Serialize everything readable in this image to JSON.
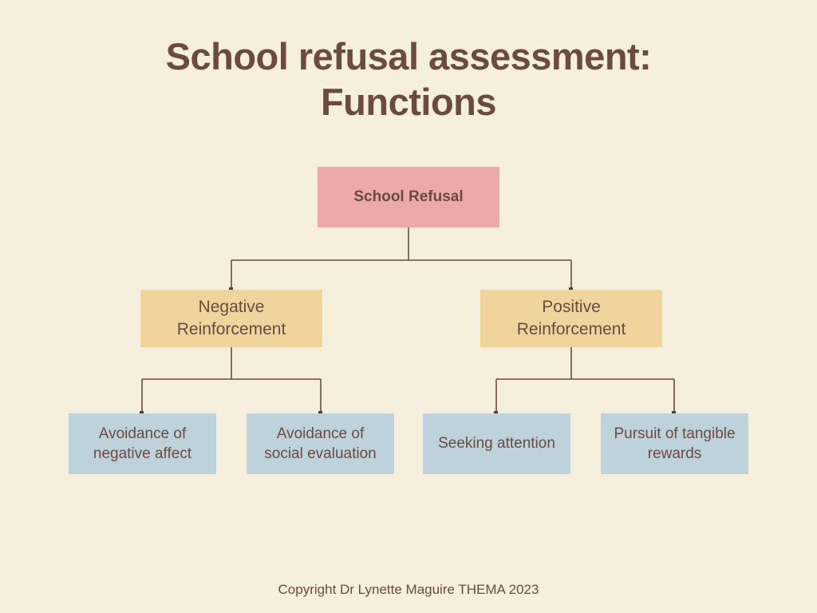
{
  "slide": {
    "title": "School refusal assessment:\nFunctions",
    "footer": "Copyright Dr Lynette Maguire THEMA 2023",
    "background_color": "#f7efde",
    "text_color": "#6b4a40",
    "connector_color": "#6b4a40"
  },
  "diagram": {
    "type": "tree",
    "root": {
      "label": "School Refusal",
      "color": "#ebaaa9"
    },
    "branches": [
      {
        "label": "Negative\nReinforcement",
        "color": "#f0d49c",
        "children": [
          {
            "label": "Avoidance of\nnegative affect",
            "color": "#bdd2da"
          },
          {
            "label": "Avoidance of\nsocial evaluation",
            "color": "#bdd2da"
          }
        ]
      },
      {
        "label": "Positive\nReinforcement",
        "color": "#f0d49c",
        "children": [
          {
            "label": "Seeking attention",
            "color": "#bdd2da"
          },
          {
            "label": "Pursuit of tangible\nrewards",
            "color": "#bdd2da"
          }
        ]
      }
    ]
  }
}
